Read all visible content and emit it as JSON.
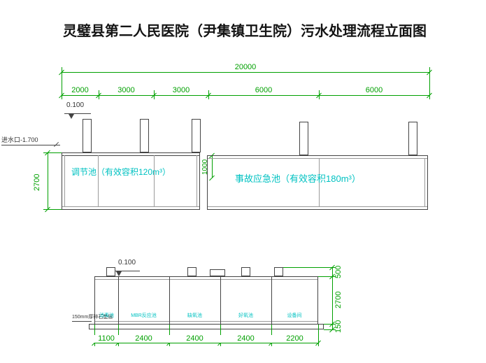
{
  "title": "灵璧县第二人民医院（尹集镇卫生院）污水处理流程立面图",
  "upper": {
    "total_dim": "20000",
    "dims": [
      "2000",
      "3000",
      "3000",
      "6000",
      "6000"
    ],
    "elevation": "0.100",
    "inlet_label": "进水口-1.700",
    "height_dim": "2700",
    "depth_dim": "1000",
    "tank1_label": "调节池（有效容积120m³）",
    "tank2_label": "事故应急池（有效容积180m³）"
  },
  "lower": {
    "elevation": "0.100",
    "base_note": "150mm厚碎石垫层",
    "compartments": [
      "消毒池",
      "MBR反应池",
      "缺氧池",
      "好氧池",
      "设备间"
    ],
    "dims": [
      "1100",
      "2400",
      "2400",
      "2400",
      "2200"
    ],
    "height_dims": [
      "500",
      "2700",
      "150"
    ]
  },
  "colors": {
    "dimension": "#00a000",
    "tank_label": "#00c2c2",
    "line": "#444444"
  }
}
